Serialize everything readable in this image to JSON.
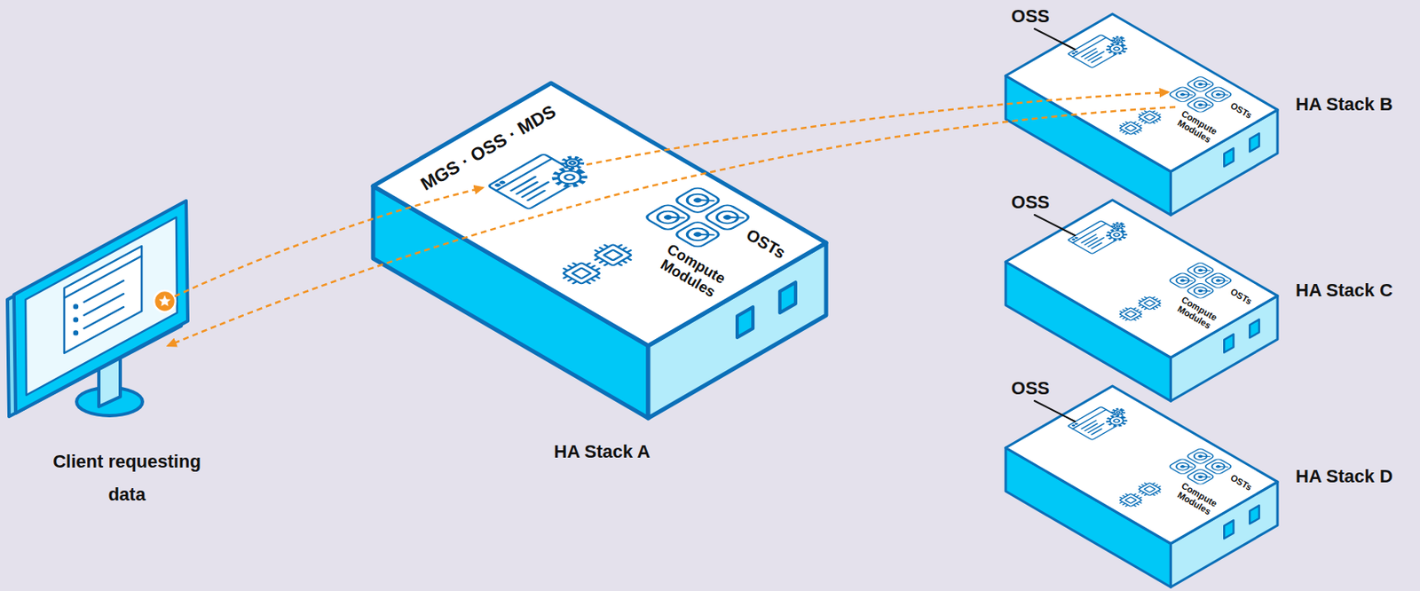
{
  "diagram": {
    "nodes": [
      {
        "text": [
          "Client requesting data"
        ]
      },
      {
        "text": [
          "MGS · OSS · MDS",
          "OSTs",
          "Compute Modules",
          "HA Stack A"
        ]
      },
      {
        "text": [
          "OSS",
          "OSTs",
          "Compute Modules",
          "HA Stack B"
        ]
      },
      {
        "text": [
          "OSS",
          "OSTs",
          "Compute Modules",
          "HA Stack C"
        ]
      },
      {
        "text": [
          "OSS",
          "OSTs",
          "Compute Modules",
          "HA Stack D"
        ]
      }
    ],
    "edges": [
      {
        "from": 0,
        "to": 1,
        "arrow": "to"
      },
      {
        "from": 1,
        "to": 2,
        "arrow": "to"
      },
      {
        "from": 2,
        "to": 0,
        "arrow": "to"
      }
    ]
  }
}
